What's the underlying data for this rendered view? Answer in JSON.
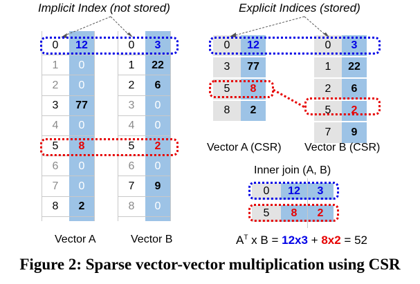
{
  "headings": {
    "implicit": "Implicit Index (not stored)",
    "explicit": "Explicit Indices (stored)"
  },
  "vector_a": {
    "label": "Vector A",
    "rows": [
      {
        "idx": "0",
        "val": "12"
      },
      {
        "idx": "1",
        "val": "0"
      },
      {
        "idx": "2",
        "val": "0"
      },
      {
        "idx": "3",
        "val": "77"
      },
      {
        "idx": "4",
        "val": "0"
      },
      {
        "idx": "5",
        "val": "8"
      },
      {
        "idx": "6",
        "val": "0"
      },
      {
        "idx": "7",
        "val": "0"
      },
      {
        "idx": "8",
        "val": "2"
      }
    ]
  },
  "vector_b": {
    "label": "Vector B",
    "rows": [
      {
        "idx": "0",
        "val": "3"
      },
      {
        "idx": "1",
        "val": "22"
      },
      {
        "idx": "2",
        "val": "6"
      },
      {
        "idx": "3",
        "val": "0"
      },
      {
        "idx": "4",
        "val": "0"
      },
      {
        "idx": "5",
        "val": "2"
      },
      {
        "idx": "6",
        "val": "0"
      },
      {
        "idx": "7",
        "val": "9"
      },
      {
        "idx": "8",
        "val": "0"
      }
    ]
  },
  "csr_a": {
    "label": "Vector A (CSR)",
    "rows": [
      {
        "idx": "0",
        "val": "12"
      },
      {
        "idx": "3",
        "val": "77"
      },
      {
        "idx": "5",
        "val": "8"
      },
      {
        "idx": "8",
        "val": "2"
      }
    ]
  },
  "csr_b": {
    "label": "Vector B (CSR)",
    "rows": [
      {
        "idx": "0",
        "val": "3"
      },
      {
        "idx": "1",
        "val": "22"
      },
      {
        "idx": "2",
        "val": "6"
      },
      {
        "idx": "5",
        "val": "2"
      },
      {
        "idx": "7",
        "val": "9"
      }
    ]
  },
  "inner_join": {
    "label": "Inner join (A, B)",
    "rows": [
      {
        "idx": "0",
        "a": "12",
        "b": "3"
      },
      {
        "idx": "5",
        "a": "8",
        "b": "2"
      }
    ]
  },
  "formula": {
    "prefix": "A",
    "sup": "T",
    "mid": " x B = ",
    "term1": "12x3",
    "plus": " + ",
    "term2": "8x2",
    "result": " = 52"
  },
  "figure_caption": "Figure 2: Sparse vector-vector multiplication using CSR",
  "colors": {
    "blue": "#0000e6",
    "red": "#e60000",
    "cell_blue": "#9dc3e6",
    "cell_gray": "#e3e3e3"
  }
}
